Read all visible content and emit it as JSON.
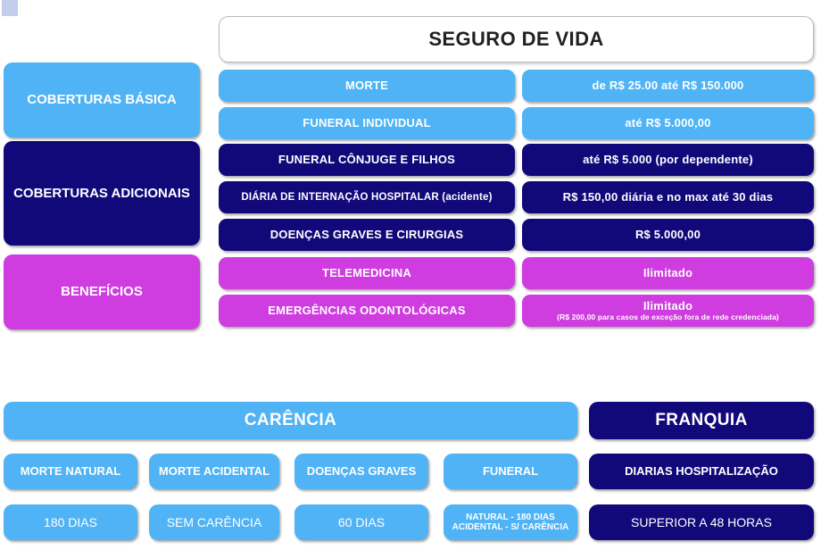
{
  "title": "SEGURO DE VIDA",
  "categories": [
    {
      "label": "COBERTURAS BÁSICA",
      "color": "#4fb3f5"
    },
    {
      "label": "COBERTURAS ADICIONAIS",
      "color": "#11087a"
    },
    {
      "label": "BENEFÍCIOS",
      "color": "#cf3ce0"
    }
  ],
  "rows": [
    {
      "label": "MORTE",
      "value": "de R$ 25.00 até R$ 150.000",
      "color": "#4fb3f5"
    },
    {
      "label": "FUNERAL INDIVIDUAL",
      "value": "até R$ 5.000,00",
      "color": "#4fb3f5"
    },
    {
      "label": "FUNERAL CÔNJUGE E FILHOS",
      "value": "até R$ 5.000 (por dependente)",
      "color": "#11087a"
    },
    {
      "label": "DIÁRIA DE INTERNAÇÃO HOSPITALAR (acidente)",
      "value": "R$ 150,00 diária e no max até 30 dias",
      "color": "#11087a"
    },
    {
      "label": "DOENÇAS GRAVES E CIRURGIAS",
      "value": "R$ 5.000,00",
      "color": "#11087a"
    },
    {
      "label": "TELEMEDICINA",
      "value": "Ilimitado",
      "color": "#cf3ce0"
    },
    {
      "label": "EMERGÊNCIAS ODONTOLÓGICAS",
      "value": "Ilimitado",
      "value_note": "(R$ 200,00 para casos de exceção fora de rede credenciada)",
      "color": "#cf3ce0"
    }
  ],
  "carencia": {
    "header": "CARÊNCIA",
    "items": [
      {
        "label": "MORTE NATURAL",
        "value": "180 DIAS"
      },
      {
        "label": "MORTE ACIDENTAL",
        "value": "SEM CARÊNCIA"
      },
      {
        "label": "DOENÇAS GRAVES",
        "value": "60 DIAS"
      },
      {
        "label": "FUNERAL",
        "value_line1": "NATURAL - 180 DIAS",
        "value_line2": "ACIDENTAL - S/ CARÊNCIA"
      }
    ]
  },
  "franquia": {
    "header": "FRANQUIA",
    "items": [
      {
        "label": "DIARIAS HOSPITALIZAÇÃO",
        "value": "SUPERIOR A 48 HORAS"
      }
    ]
  }
}
